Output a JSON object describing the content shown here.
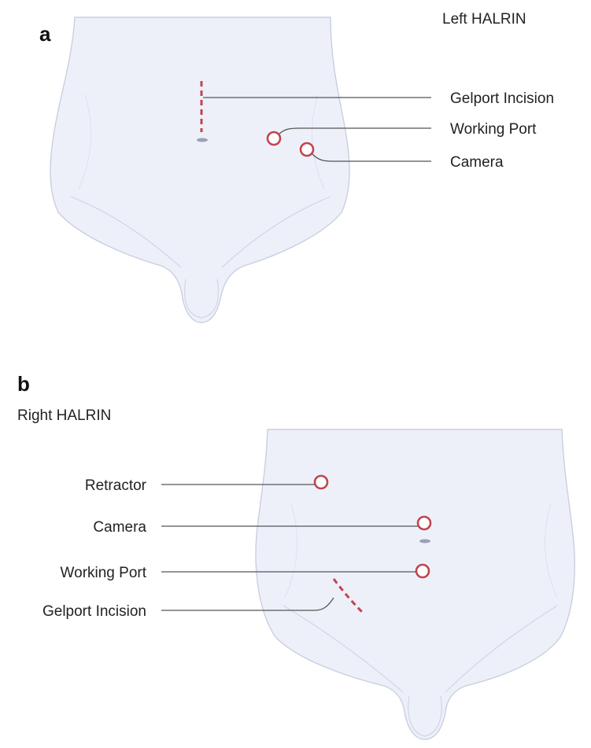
{
  "colors": {
    "marker": "#c2454f",
    "skin": "#eef0f9",
    "outline": "#c9cfe0",
    "leader": "#555555",
    "text": "#222222"
  },
  "panel_a": {
    "letter": "a",
    "title": "Left HALRIN",
    "labels": {
      "gelport_incision": "Gelport Incision",
      "working_port": "Working Port",
      "camera": "Camera"
    }
  },
  "panel_b": {
    "letter": "b",
    "title": "Right HALRIN",
    "labels": {
      "retractor": "Retractor",
      "camera": "Camera",
      "working_port": "Working Port",
      "gelport_incision": "Gelport Incision"
    }
  }
}
